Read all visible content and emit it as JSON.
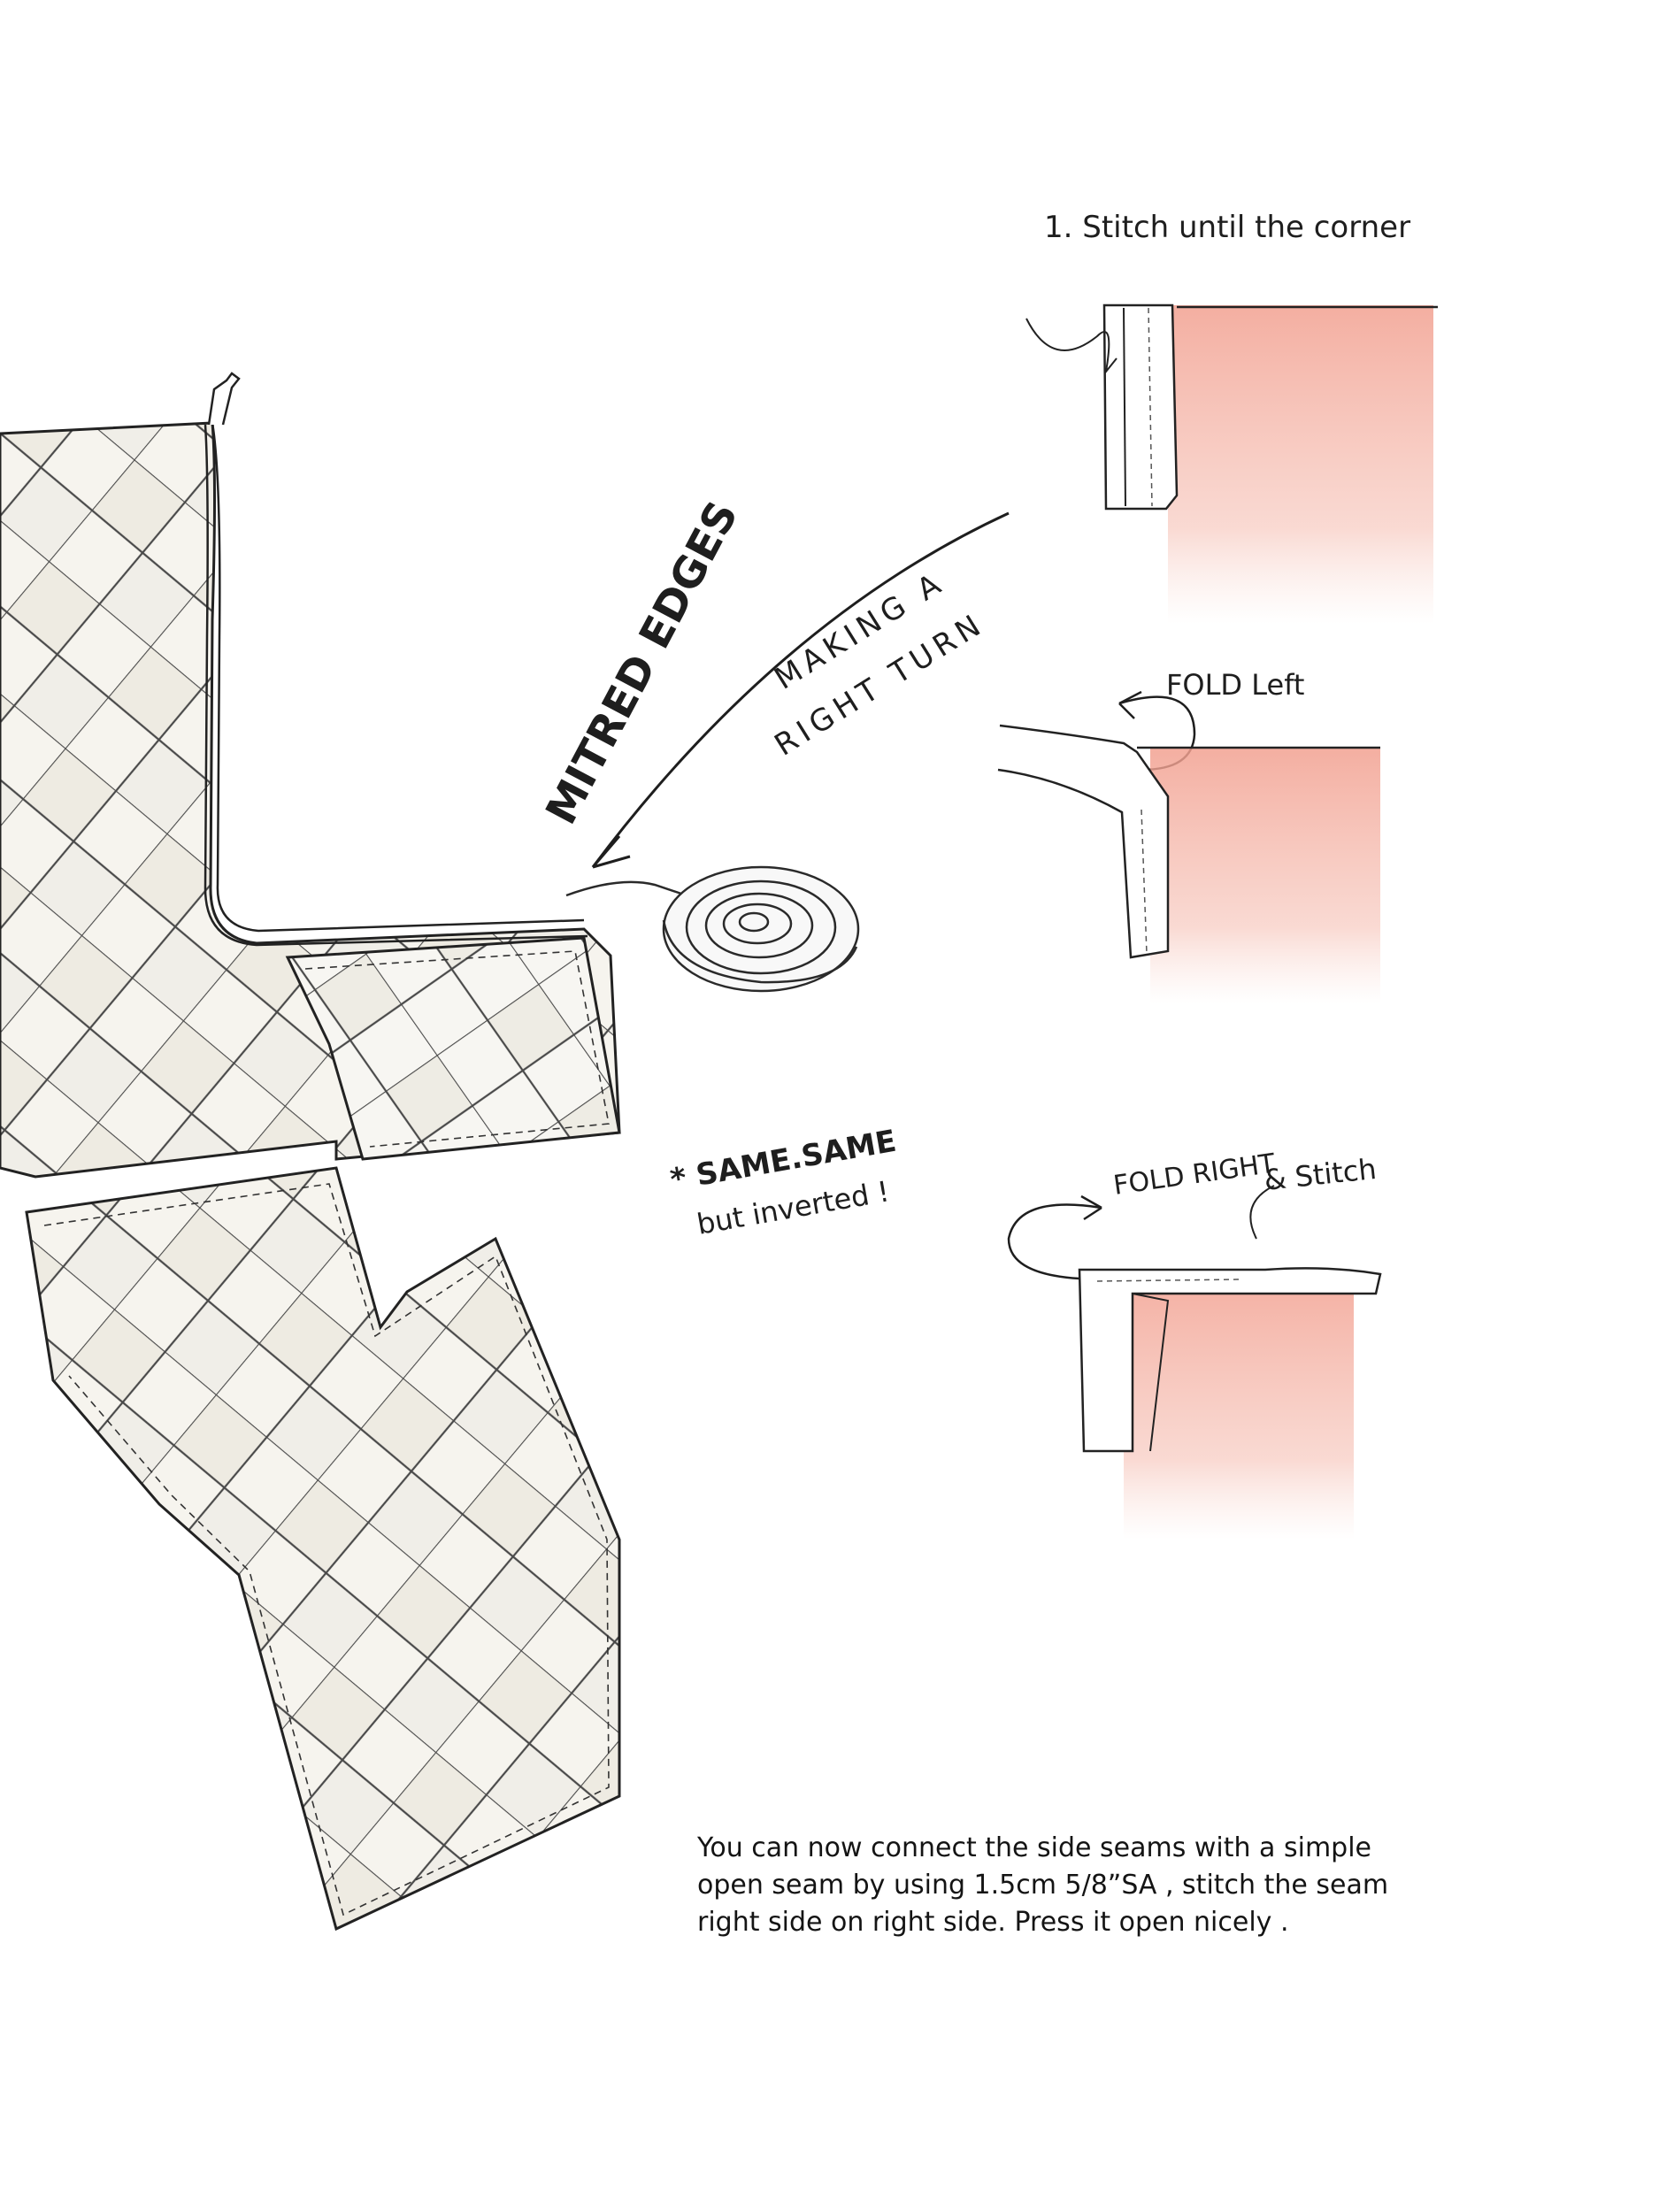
{
  "labels": {
    "step1": "1. Stitch until the corner",
    "mitred": "MITRED EDGES",
    "making_line1": "MAKING A",
    "making_line2": "RIGHT TURN",
    "fold_left": "FOLD Left",
    "same_line1": "* SAME.SAME",
    "same_line2": "but inverted !",
    "fold_right": "FOLD RIGHT",
    "and_stitch": "& Stitch"
  },
  "instructions": {
    "line1": " You can now connect the side seams with a simple",
    "line2": "open seam by using 1.5cm 5/8”SA , stitch the seam",
    "line3": "right side on right side. Press it open nicely ."
  },
  "colors": {
    "fabric_pink": "#f0a898",
    "outline": "#2a2a2a",
    "check_fill": "#f2f0ea"
  }
}
